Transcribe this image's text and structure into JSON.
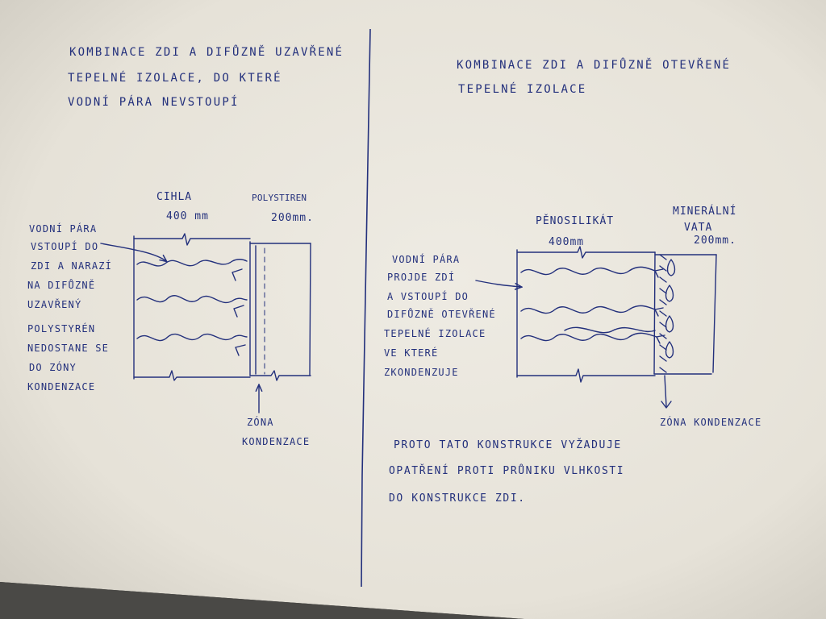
{
  "left_panel": {
    "title_lines": [
      "KOMBINACE ZDI A DIFŮZNĚ UZAVŘENÉ",
      "TEPELNÉ IZOLACE, DO KTERÉ",
      "VODNÍ PÁRA NEVSTOUPÍ"
    ],
    "material_1": {
      "name": "CIHLA",
      "thickness": "400 mm"
    },
    "material_2": {
      "name": "POLYSTIREN",
      "thickness": "200mm."
    },
    "side_note_lines": [
      "VODNÍ PÁRA",
      "VSTOUPÍ DO",
      "ZDI A NARAZÍ",
      "NA DIFŮZNĚ",
      "UZAVŘENÝ",
      "POLYSTYRÉN",
      "NEDOSTANE SE",
      "DO ZÓNY",
      "KONDENZACE"
    ],
    "zone_label_lines": [
      "ZÓNA",
      "KONDENZACE"
    ]
  },
  "right_panel": {
    "title_lines": [
      "KOMBINACE ZDI A DIFŮZNĚ OTEVŘENÉ",
      "TEPELNÉ IZOLACE"
    ],
    "material_1": {
      "name": "PĚNOSILIKÁT",
      "thickness": "400mm"
    },
    "material_2": {
      "name_lines": [
        "MINERÁLNÍ",
        "VATA"
      ],
      "thickness": "200mm."
    },
    "side_note_lines": [
      "VODNÍ PÁRA",
      "PROJDE ZDÍ",
      "A VSTOUPÍ DO",
      "DIFŮZNĚ OTEVŘENÉ",
      "TEPELNÉ IZOLACE",
      "VE KTERÉ",
      "ZKONDENZUJE"
    ],
    "zone_label": "ZÓNA KONDENZACE",
    "conclusion_lines": [
      "PROTO TATO KONSTRUKCE VYŽADUJE",
      "OPATŘENÍ PROTI PRŮNIKU VLHKOSTI",
      "DO KONSTRUKCE ZDI."
    ]
  },
  "colors": {
    "ink": "#23307c",
    "paper": "#e8e5dc"
  }
}
